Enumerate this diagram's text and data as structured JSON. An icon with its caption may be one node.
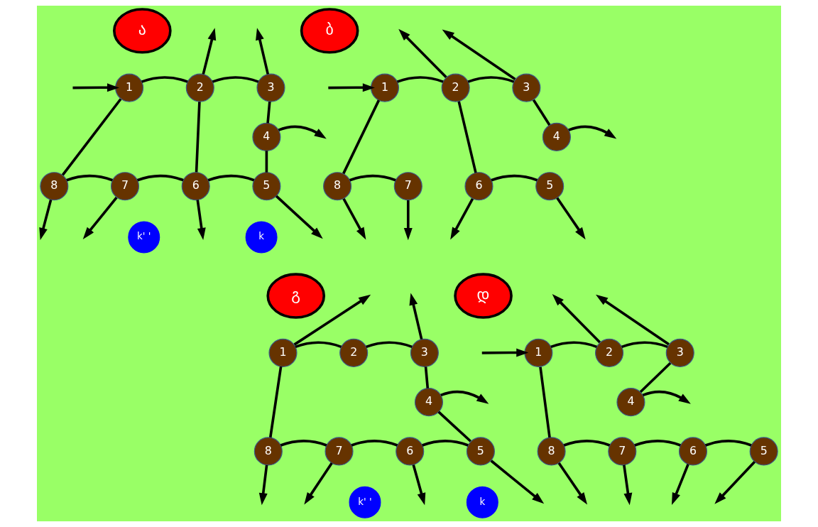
{
  "diagram": {
    "nodes": [
      {
        "text": [
          "ა"
        ]
      },
      {
        "text": [
          "1"
        ]
      },
      {
        "text": [
          "2"
        ]
      },
      {
        "text": [
          "3"
        ]
      },
      {
        "text": [
          "4"
        ]
      },
      {
        "text": [
          "5"
        ]
      },
      {
        "text": [
          "6"
        ]
      },
      {
        "text": [
          "7"
        ]
      },
      {
        "text": [
          "8"
        ]
      },
      {
        "text": [
          "k' '"
        ]
      },
      {
        "text": [
          "k"
        ]
      },
      {
        "text": [
          "ბ"
        ]
      },
      {
        "text": [
          "1"
        ]
      },
      {
        "text": [
          "2"
        ]
      },
      {
        "text": [
          "3"
        ]
      },
      {
        "text": [
          "4"
        ]
      },
      {
        "text": [
          "5"
        ]
      },
      {
        "text": [
          "6"
        ]
      },
      {
        "text": [
          "7"
        ]
      },
      {
        "text": [
          "8"
        ]
      },
      {
        "text": [
          "გ"
        ]
      },
      {
        "text": [
          "1"
        ]
      },
      {
        "text": [
          "2"
        ]
      },
      {
        "text": [
          "3"
        ]
      },
      {
        "text": [
          "4"
        ]
      },
      {
        "text": [
          "5"
        ]
      },
      {
        "text": [
          "6"
        ]
      },
      {
        "text": [
          "7"
        ]
      },
      {
        "text": [
          "8"
        ]
      },
      {
        "text": [
          "k' '"
        ]
      },
      {
        "text": [
          "k"
        ]
      },
      {
        "text": [
          "დ"
        ]
      },
      {
        "text": [
          "1"
        ]
      },
      {
        "text": [
          "2"
        ]
      },
      {
        "text": [
          "3"
        ]
      },
      {
        "text": [
          "4"
        ]
      },
      {
        "text": [
          "5"
        ]
      },
      {
        "text": [
          "6"
        ]
      },
      {
        "text": [
          "7"
        ]
      },
      {
        "text": [
          "8"
        ]
      }
    ],
    "edges": [
      {
        "from": null,
        "to": 1,
        "arrow": "to"
      },
      {
        "from": 1,
        "to": 2,
        "arrow": "none"
      },
      {
        "from": 2,
        "to": 3,
        "arrow": "none"
      },
      {
        "from": 2,
        "to": null,
        "arrow": "to"
      },
      {
        "from": 3,
        "to": null,
        "arrow": "to"
      },
      {
        "from": 3,
        "to": 4,
        "arrow": "none"
      },
      {
        "from": 4,
        "to": null,
        "arrow": "to"
      },
      {
        "from": 4,
        "to": 5,
        "arrow": "none"
      },
      {
        "from": 1,
        "to": 8,
        "arrow": "none"
      },
      {
        "from": 2,
        "to": 6,
        "arrow": "none"
      },
      {
        "from": 8,
        "to": 7,
        "arrow": "none"
      },
      {
        "from": 7,
        "to": 6,
        "arrow": "none"
      },
      {
        "from": 6,
        "to": 5,
        "arrow": "none"
      },
      {
        "from": 8,
        "to": null,
        "arrow": "to"
      },
      {
        "from": 7,
        "to": null,
        "arrow": "to"
      },
      {
        "from": 6,
        "to": null,
        "arrow": "to"
      },
      {
        "from": 5,
        "to": null,
        "arrow": "to"
      },
      {
        "from": null,
        "to": 12,
        "arrow": "to"
      },
      {
        "from": 12,
        "to": 13,
        "arrow": "none"
      },
      {
        "from": 13,
        "to": 14,
        "arrow": "none"
      },
      {
        "from": 13,
        "to": null,
        "arrow": "to"
      },
      {
        "from": 14,
        "to": null,
        "arrow": "to"
      },
      {
        "from": 14,
        "to": 15,
        "arrow": "none"
      },
      {
        "from": 15,
        "to": null,
        "arrow": "to"
      },
      {
        "from": 12,
        "to": 19,
        "arrow": "none"
      },
      {
        "from": 13,
        "to": 17,
        "arrow": "none"
      },
      {
        "from": 19,
        "to": 18,
        "arrow": "none"
      },
      {
        "from": 17,
        "to": 16,
        "arrow": "none"
      },
      {
        "from": 19,
        "to": null,
        "arrow": "to"
      },
      {
        "from": 18,
        "to": null,
        "arrow": "to"
      },
      {
        "from": 17,
        "to": null,
        "arrow": "to"
      },
      {
        "from": 16,
        "to": null,
        "arrow": "to"
      },
      {
        "from": 21,
        "to": null,
        "arrow": "to"
      },
      {
        "from": 21,
        "to": 22,
        "arrow": "none"
      },
      {
        "from": 22,
        "to": 23,
        "arrow": "none"
      },
      {
        "from": 23,
        "to": null,
        "arrow": "to"
      },
      {
        "from": 23,
        "to": 24,
        "arrow": "none"
      },
      {
        "from": 24,
        "to": null,
        "arrow": "to"
      },
      {
        "from": 24,
        "to": 25,
        "arrow": "none"
      },
      {
        "from": 21,
        "to": 28,
        "arrow": "none"
      },
      {
        "from": 28,
        "to": 27,
        "arrow": "none"
      },
      {
        "from": 27,
        "to": 26,
        "arrow": "none"
      },
      {
        "from": 26,
        "to": 25,
        "arrow": "none"
      },
      {
        "from": 28,
        "to": null,
        "arrow": "to"
      },
      {
        "from": 27,
        "to": null,
        "arrow": "to"
      },
      {
        "from": 26,
        "to": null,
        "arrow": "to"
      },
      {
        "from": 25,
        "to": null,
        "arrow": "to"
      },
      {
        "from": null,
        "to": 32,
        "arrow": "to"
      },
      {
        "from": 32,
        "to": 33,
        "arrow": "none"
      },
      {
        "from": 33,
        "to": 34,
        "arrow": "none"
      },
      {
        "from": 33,
        "to": null,
        "arrow": "to"
      },
      {
        "from": 34,
        "to": null,
        "arrow": "to"
      },
      {
        "from": 34,
        "to": 35,
        "arrow": "none"
      },
      {
        "from": 35,
        "to": null,
        "arrow": "to"
      },
      {
        "from": 32,
        "to": 39,
        "arrow": "none"
      },
      {
        "from": 39,
        "to": 38,
        "arrow": "none"
      },
      {
        "from": 38,
        "to": 37,
        "arrow": "none"
      },
      {
        "from": 37,
        "to": 36,
        "arrow": "none"
      },
      {
        "from": 39,
        "to": null,
        "arrow": "to"
      },
      {
        "from": 38,
        "to": null,
        "arrow": "to"
      },
      {
        "from": 37,
        "to": null,
        "arrow": "to"
      },
      {
        "from": 36,
        "to": null,
        "arrow": "to"
      }
    ]
  }
}
